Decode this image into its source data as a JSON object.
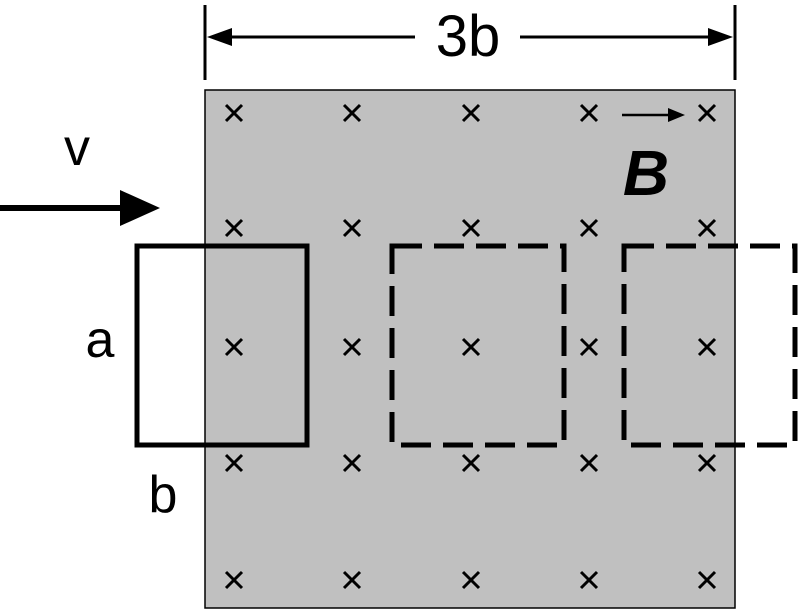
{
  "labels": {
    "width": "3b",
    "velocity": "v",
    "field": "B",
    "side_a": "a",
    "side_b": "b"
  },
  "field_marker": "×",
  "colors": {
    "field_region": "#c0c0c0",
    "stroke": "#000000"
  }
}
